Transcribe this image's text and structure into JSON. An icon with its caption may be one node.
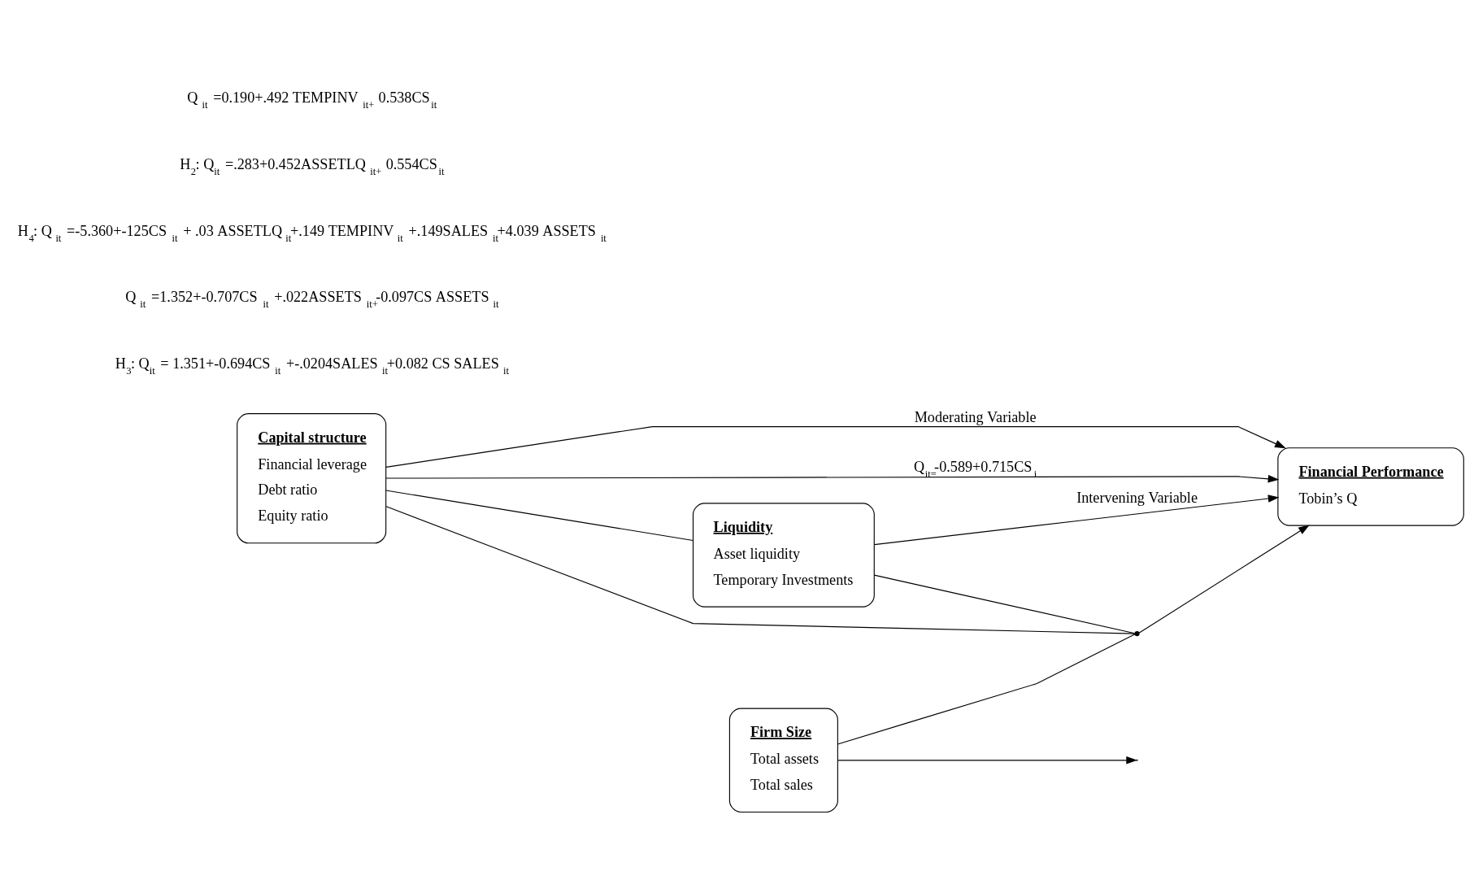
{
  "diagram": {
    "nodes": [
      {
        "text": [
          "Capital structure",
          "Financial leverage",
          "Debt ratio",
          "Equity ratio"
        ]
      },
      {
        "text": [
          "Financial Performance",
          "Tobin’s Q"
        ]
      },
      {
        "text": [
          "Firm Size",
          "Total assets",
          "Total sales"
        ]
      },
      {
        "text": [
          "Liquidity",
          "Asset liquidity",
          "Temporary Investments"
        ]
      },
      {
        "text": [],
        "shape": "point"
      }
    ],
    "edges": [
      {
        "from": 0,
        "to": 1,
        "arrow": "to",
        "label": "Moderating Variable"
      },
      {
        "from": 2,
        "to": null,
        "arrow": "to"
      },
      {
        "from": 0,
        "to": 4,
        "arrow": "none"
      },
      {
        "from": 4,
        "to": 1,
        "arrow": "to"
      },
      {
        "from": 2,
        "to": 4,
        "arrow": "none"
      },
      {
        "from": 3,
        "to": 4,
        "arrow": "none"
      },
      {
        "from": 0,
        "to": 3,
        "arrow": "none"
      },
      {
        "from": 3,
        "to": 1,
        "arrow": "to",
        "label": "Intervening Variable"
      },
      {
        "from": 0,
        "to": 1,
        "arrow": "to",
        "label": "Q$_{it=}$-0.589+0.715CS$_{i}$"
      }
    ],
    "labels": [
      "H$_{3}$: Q$_{it}$ = 1.351+-0.694CS $_{it}$ +-.0204SALES $_{it}$+0.082 CS SALES $_{it}$",
      "Q $_{it}$ =1.352+-0.707CS $_{it}$ +.022ASSETS $_{it+}$-0.097CS ASSETS $_{it}$",
      "H$_{4}$: Q $_{it}$ =-5.360+-125CS $_{it}$ + .03 ASSETLQ $_{it}$+.149 TEMPINV $_{it}$ +.149SALES $_{it}$+4.039 ASSETS $_{it}$",
      "H$_{2}$: Q$_{it}$ =.283+0.452ASSETLQ $_{it+}$ 0.554CS$_{it}$",
      "Q $_{it}$ =0.190+.492 TEMPINV $_{it+}$ 0.538CS$_{it}$"
    ]
  }
}
